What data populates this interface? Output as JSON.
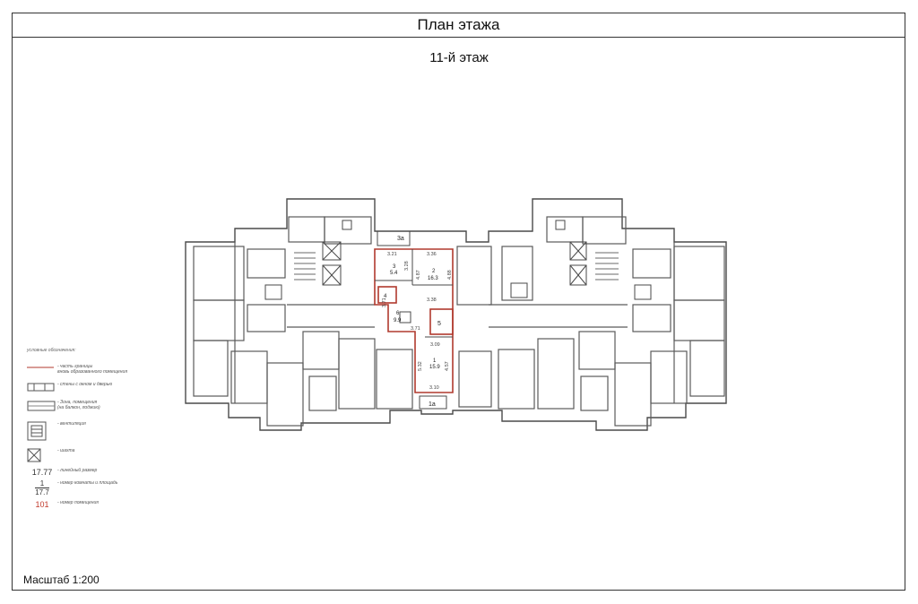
{
  "header": {
    "title": "План этажа"
  },
  "floor": {
    "label": "11-й этаж"
  },
  "footer": {
    "scale": "Масштаб 1:200"
  },
  "legend": {
    "heading": "условные обозначения:",
    "items": [
      {
        "key": "boundary",
        "text": "- часть границы",
        "text2": "вновь образованного помещения"
      },
      {
        "key": "wall",
        "text": "- стены с окном и дверью"
      },
      {
        "key": "balcony",
        "text": "- Зона, помещения",
        "text2": "(на балкон, лоджию)"
      },
      {
        "key": "vent",
        "text": "- вентиляция"
      },
      {
        "key": "shaft",
        "text": "- шахта"
      },
      {
        "key": "dimension",
        "value": "17.77",
        "text": "- линейный размер"
      },
      {
        "key": "room-number",
        "num": "1",
        "area": "17.7",
        "text": "- номер комнаты и площадь"
      },
      {
        "key": "premise-number",
        "value": "101",
        "text": "- номер помещения"
      }
    ]
  },
  "apartment": {
    "labels": {
      "entry_3a": "3а",
      "entry_1a": "1а",
      "r3_num": "3",
      "r3_area": "5.4",
      "r2_num": "2",
      "r2_area": "16.3",
      "r4_num": "4",
      "r6_num": "6",
      "r6_area": "9.9",
      "r5_num": "5",
      "r1_num": "1",
      "r1_area": "15.9"
    },
    "dims": {
      "d_3_21": "3.21",
      "d_3_36": "3.36",
      "d_3_28": "3.28",
      "d_4_87": "4.87",
      "d_4_88": "4.88",
      "d_3_38": "3.38",
      "d_3_71a": "3.71",
      "d_3_71b": "3.71",
      "d_3_09": "3.09",
      "d_5_32": "5.32",
      "d_4_57": "4.57",
      "d_3_10": "3.10"
    }
  },
  "colors": {
    "wall": "#4a4a4a",
    "thin": "#8a8a8a",
    "boundary": "#b03a2e",
    "premise": "#c0392b"
  }
}
